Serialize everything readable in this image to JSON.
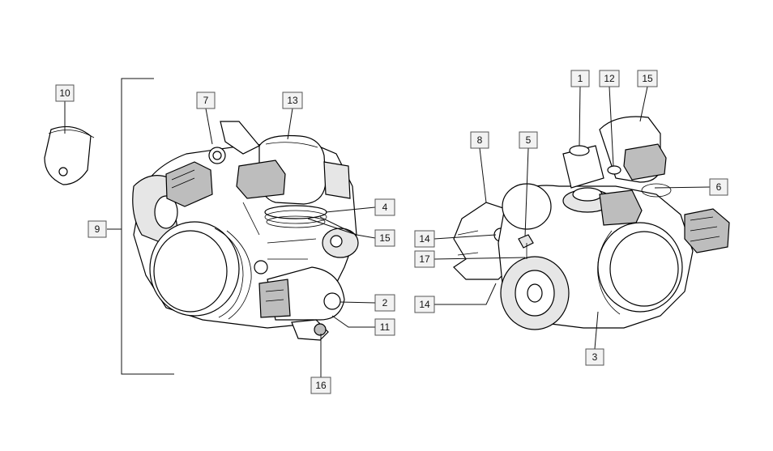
{
  "callouts": {
    "c1": "1",
    "c2": "2",
    "c3": "3",
    "c4": "4",
    "c5": "5",
    "c6": "6",
    "c7": "7",
    "c8": "8",
    "c9": "9",
    "c10": "10",
    "c11": "11",
    "c12": "12",
    "c13": "13",
    "c14a": "14",
    "c14b": "14",
    "c15a": "15",
    "c15b": "15",
    "c16": "16",
    "c17": "17"
  },
  "colors": {
    "line": "#000000",
    "label_fill": "#f2f2f2",
    "label_border": "#555555"
  }
}
